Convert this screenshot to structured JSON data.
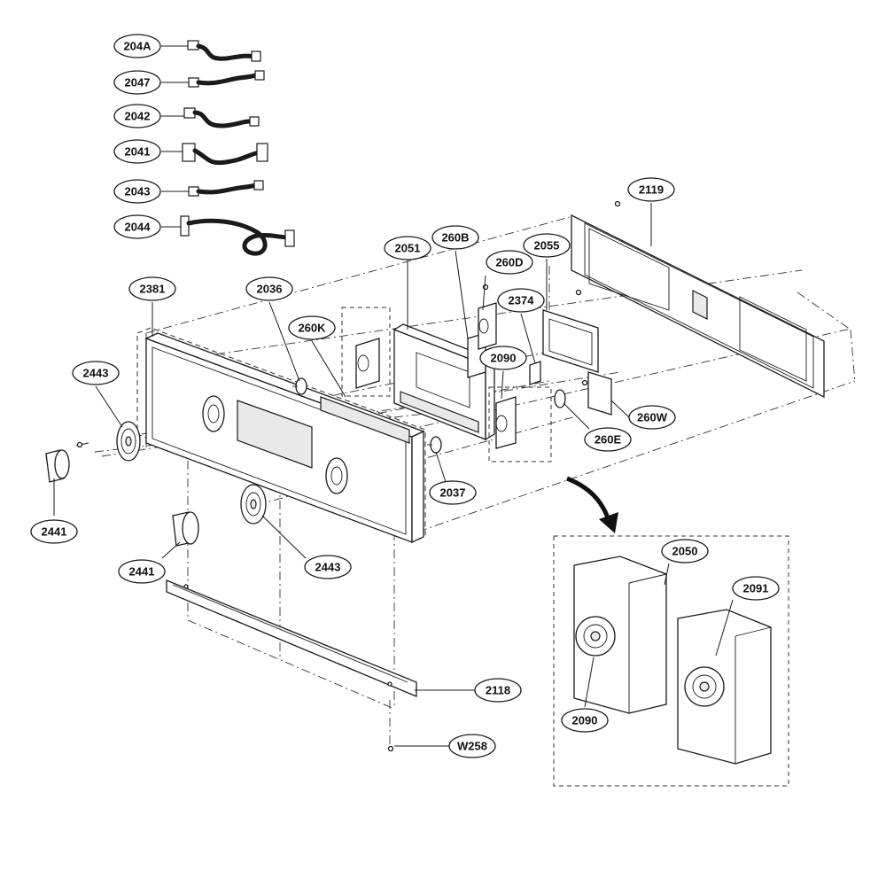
{
  "callouts": {
    "c_204A": "204A",
    "c_2047": "2047",
    "c_2042": "2042",
    "c_2041": "2041",
    "c_2043": "2043",
    "c_2044": "2044",
    "c_2381": "2381",
    "c_2036": "2036",
    "c_260K": "260K",
    "c_2051": "2051",
    "c_260B": "260B",
    "c_260D": "260D",
    "c_2055": "2055",
    "c_2374": "2374",
    "c_2119": "2119",
    "c_2443a": "2443",
    "c_2090a": "2090",
    "c_260W": "260W",
    "c_260E": "260E",
    "c_2037": "2037",
    "c_2441a": "2441",
    "c_2441b": "2441",
    "c_2443b": "2443",
    "c_2118": "2118",
    "c_W258": "W258",
    "c_2050": "2050",
    "c_2091": "2091",
    "c_2090b": "2090"
  }
}
